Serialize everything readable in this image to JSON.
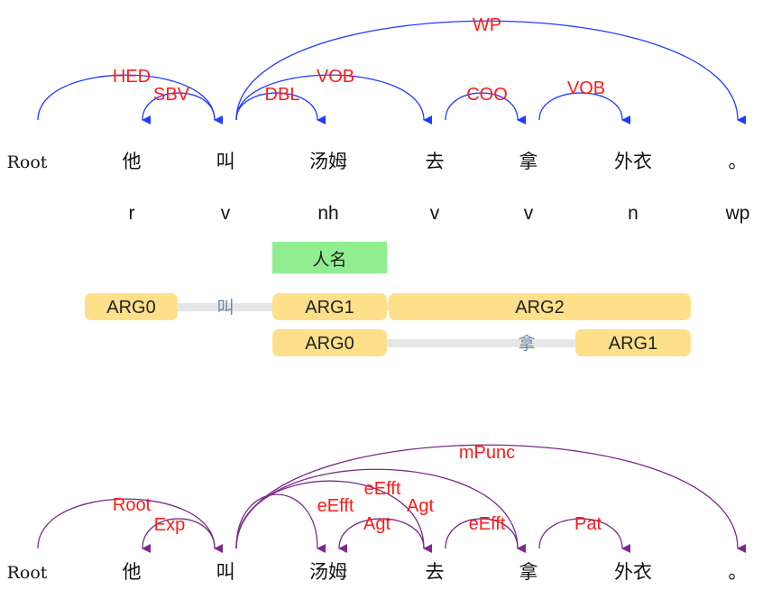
{
  "dependency": {
    "words": [
      "Root",
      "他",
      "叫",
      "汤姆",
      "去",
      "拿",
      "外衣",
      "。"
    ],
    "pos": [
      "r",
      "v",
      "nh",
      "v",
      "v",
      "n",
      "wp"
    ],
    "arcs": [
      {
        "from": 0,
        "to": 2,
        "label": "HED"
      },
      {
        "from": 2,
        "to": 1,
        "label": "SBV"
      },
      {
        "from": 2,
        "to": 3,
        "label": "DBL"
      },
      {
        "from": 2,
        "to": 4,
        "label": "VOB"
      },
      {
        "from": 2,
        "to": 7,
        "label": "WP"
      },
      {
        "from": 4,
        "to": 5,
        "label": "COO"
      },
      {
        "from": 5,
        "to": 6,
        "label": "VOB"
      }
    ],
    "arc_color": "#1f3cff"
  },
  "ner": {
    "label": "人名",
    "token": 3,
    "color": "#90ee90"
  },
  "srl": {
    "arg_color": "#ffe08a",
    "track_color": "#e6e6e6",
    "frames": [
      {
        "predicate": "叫",
        "predicate_token": 2,
        "args": [
          {
            "label": "ARG0",
            "start": 0.35,
            "end": 1.6
          },
          {
            "label": "ARG1",
            "start": 3,
            "end": 3
          },
          {
            "label": "ARG2",
            "start": 4,
            "end": 6.3
          }
        ]
      },
      {
        "predicate": "拿",
        "predicate_token": 5,
        "args": [
          {
            "label": "ARG0",
            "start": 3,
            "end": 3
          },
          {
            "label": "ARG1",
            "start": 6,
            "end": 6.3
          }
        ]
      }
    ]
  },
  "semantic": {
    "words": [
      "Root",
      "他",
      "叫",
      "汤姆",
      "去",
      "拿",
      "外衣",
      "。"
    ],
    "arcs": [
      {
        "from": 0,
        "to": 2,
        "label": "Root"
      },
      {
        "from": 2,
        "to": 1,
        "label": "Exp"
      },
      {
        "from": 2,
        "to": 3,
        "label": "eEfft"
      },
      {
        "from": 2,
        "to": 4,
        "label": "Agt"
      },
      {
        "from": 2,
        "to": 5,
        "label": "eEfft"
      },
      {
        "from": 2,
        "to": 7,
        "label": "mPunc"
      },
      {
        "from": 4,
        "to": 3,
        "label": "Agt"
      },
      {
        "from": 4,
        "to": 5,
        "label": "eEfft"
      },
      {
        "from": 5,
        "to": 6,
        "label": "Pat"
      }
    ],
    "arc_color": "#7a2a8a"
  }
}
